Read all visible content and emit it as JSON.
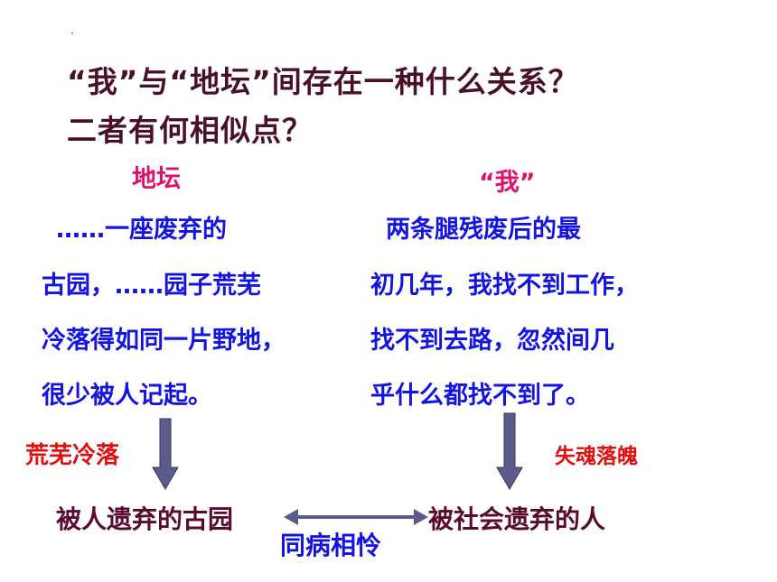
{
  "question": {
    "line1": "“我”与“地坛”间存在一种什么关系？",
    "line2": "二者有何相似点？"
  },
  "left": {
    "heading": "地坛",
    "lines": [
      "……一座废弃的",
      "古园，……园子荒芜",
      "冷落得如同一片野地，",
      "很少被人记起。"
    ],
    "keyword": "荒芜冷落",
    "result": "被人遗弃的古园"
  },
  "right": {
    "heading": "“我”",
    "lines": [
      "两条腿残废后的最",
      "初几年，我找不到工作，",
      "找不到去路，忽然间几",
      "乎什么都找不到了。"
    ],
    "keyword": "失魂落魄",
    "result": "被社会遗弃的人"
  },
  "relation": "同病相怜",
  "colors": {
    "question": "#4a0f2a",
    "heading": "#e0116a",
    "body": "#1414e0",
    "keyword": "#e01010",
    "result": "#5a0a2e",
    "arrow": "#5b5b8c"
  }
}
